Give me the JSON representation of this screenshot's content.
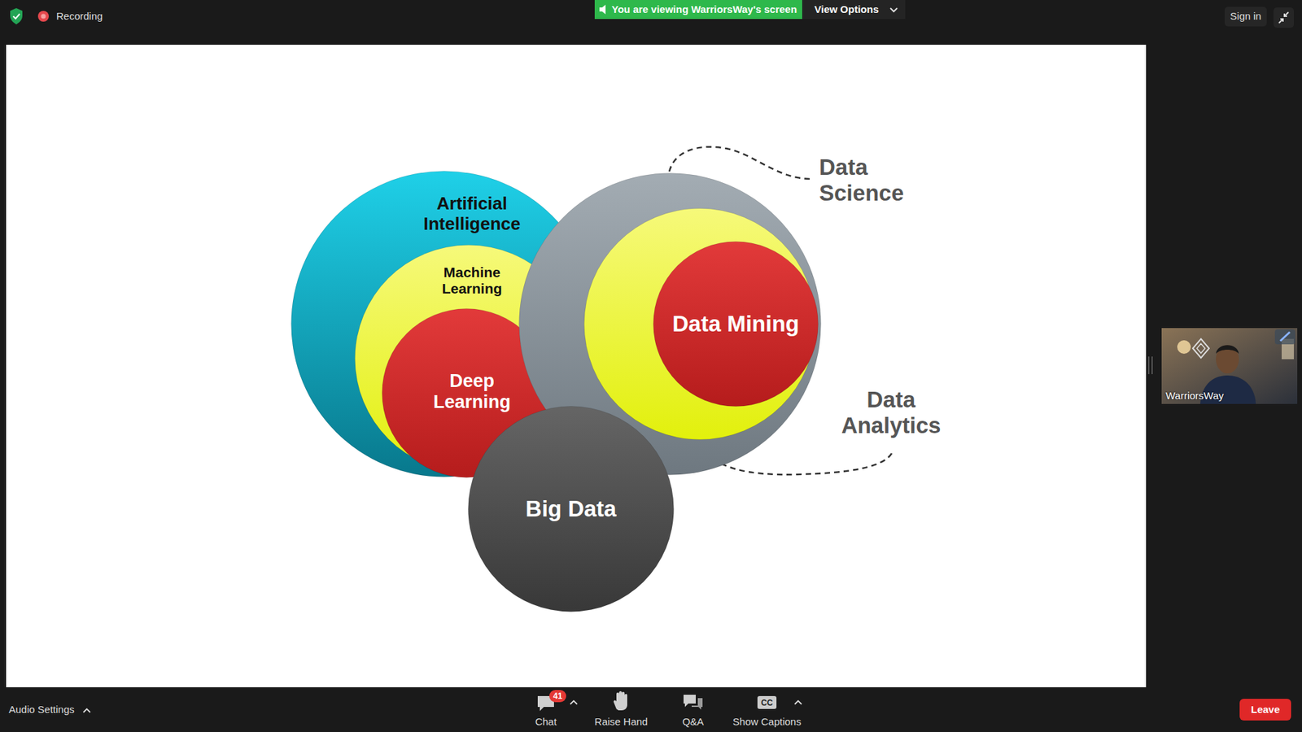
{
  "diagram": {
    "nodes": [
      {
        "text": [
          "Artificial Intelligence"
        ]
      },
      {
        "text": [
          "Machine Learning"
        ],
        "in": 0
      },
      {
        "text": [
          "Deep Learning"
        ],
        "in": 1
      },
      {
        "text": [
          "Data Science"
        ]
      },
      {
        "text": [
          "Data Analytics"
        ],
        "in": 3
      },
      {
        "text": [
          "Data Mining"
        ],
        "in": 4
      },
      {
        "text": [
          "Big Data"
        ]
      }
    ],
    "labels": [
      "Recording",
      "You are viewing WarriorsWay's screen",
      "View Options",
      "Sign in",
      "WarriorsWay",
      "Audio Settings",
      "41",
      "Chat",
      "Raise Hand",
      "Q&A",
      "CC",
      "Show Captions",
      "Leave"
    ]
  }
}
